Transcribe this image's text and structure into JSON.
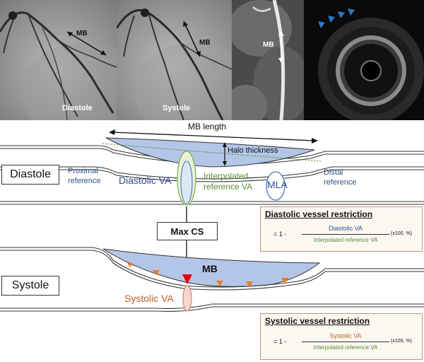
{
  "images": {
    "diastole_label": "Diastole",
    "systole_label": "Systole",
    "mb_label_1": "MB",
    "mb_label_2": "MB",
    "mb_label_3": "MB"
  },
  "diagram": {
    "mb_length": "MB length",
    "halo_thickness": "Halo thickness",
    "proximal_reference": "Proximal reference",
    "distal_reference": "Distal reference",
    "diastolic_va": "Diastolic VA",
    "interpolated_reference_va": "Interpolated reference VA",
    "mla": "MLA",
    "max_cs": "Max CS",
    "mb_center": "MB",
    "systolic_va": "Systolic VA",
    "diastole_box": "Diastole",
    "systole_box": "Systole"
  },
  "formulas": {
    "diastolic": {
      "title": "Diastolic vessel restriction",
      "prefix": "= 1 -",
      "numerator": "Diastolic VA",
      "denominator": "Interpolated reference VA",
      "unit": "(x100, %)"
    },
    "systolic": {
      "title": "Systolic vessel restriction",
      "prefix": "= 1 -",
      "numerator": "Systolic VA",
      "denominator": "Interpolated reference VA",
      "unit": "(x100, %)"
    }
  },
  "colors": {
    "vessel_blue": "#b4c6e7",
    "green_label": "#5a8b2e",
    "blue_label": "#2e4e8a",
    "orange_label": "#c0602a",
    "red_marker": "#e00000",
    "orange_marker": "#f07a1e"
  }
}
